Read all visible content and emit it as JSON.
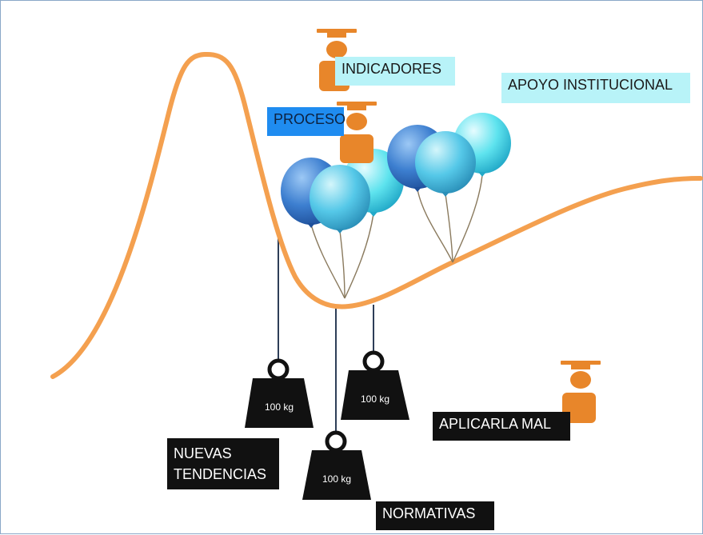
{
  "labels": {
    "indicadores": "INDICADORES",
    "apoyo_institucional": "APOYO INSTITUCIONAL",
    "proceso": "PROCESO",
    "aplicarla_mal": "APLICARLA MAL",
    "nuevas_tendencias": "NUEVAS\nTENDENCIAS",
    "normativas": "NORMATIVAS"
  },
  "weights": {
    "left": "100 kg",
    "middle": "100 kg",
    "right": "100 kg"
  },
  "colors": {
    "curve": "#f4a04f",
    "figure": "#e8862a",
    "weight": "#111111",
    "rope": "#2d3e58",
    "balloon_blue": "#3e86d6",
    "balloon_cyan": "#45c4e6"
  }
}
